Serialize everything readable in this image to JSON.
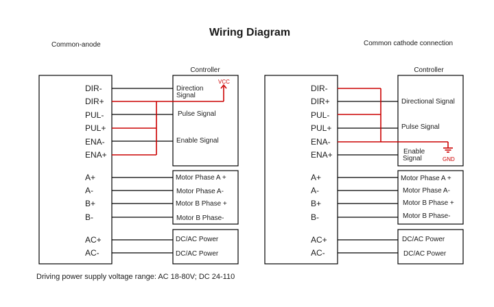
{
  "title": "Wiring Diagram",
  "left": {
    "heading": "Common-anode",
    "controller_label": "Controller",
    "vcc_label": "VCC",
    "control_pins": [
      "DIR-",
      "DIR+",
      "PUL-",
      "PUL+",
      "ENA-",
      "ENA+"
    ],
    "control_signals": [
      "Direction",
      "Signal",
      "Pulse Signal",
      "Enable Signal"
    ],
    "motor_pins": [
      "A+",
      "A-",
      "B+",
      "B-"
    ],
    "motor_signals": [
      "Motor Phase A +",
      "Motor Phase A-",
      "Motor B Phase +",
      "Motor B Phase-"
    ],
    "power_pins": [
      "AC+",
      "AC-"
    ],
    "power_signals": [
      "DC/AC Power",
      "DC/AC Power"
    ]
  },
  "right": {
    "heading": "Common cathode connection",
    "controller_label": "Controller",
    "gnd_label": "GND",
    "control_pins": [
      "DIR-",
      "DIR+",
      "PUL-",
      "PUL+",
      "ENA-",
      "ENA+"
    ],
    "control_signals": [
      "Directional Signal",
      "Pulse Signal",
      "Enable",
      "Signal"
    ],
    "motor_pins": [
      "A+",
      "A-",
      "B+",
      "B-"
    ],
    "motor_signals": [
      "Motor Phase A +",
      "Motor Phase A-",
      "Motor B Phase +",
      "Motor B Phase-"
    ],
    "power_pins": [
      "AC+",
      "AC-"
    ],
    "power_signals": [
      "DC/AC Power",
      "DC/AC Power"
    ]
  },
  "footer": "Driving power supply voltage range: AC 18-80V; DC 24-110",
  "colors": {
    "wire": "#000000",
    "common_wire": "#cc0000"
  }
}
